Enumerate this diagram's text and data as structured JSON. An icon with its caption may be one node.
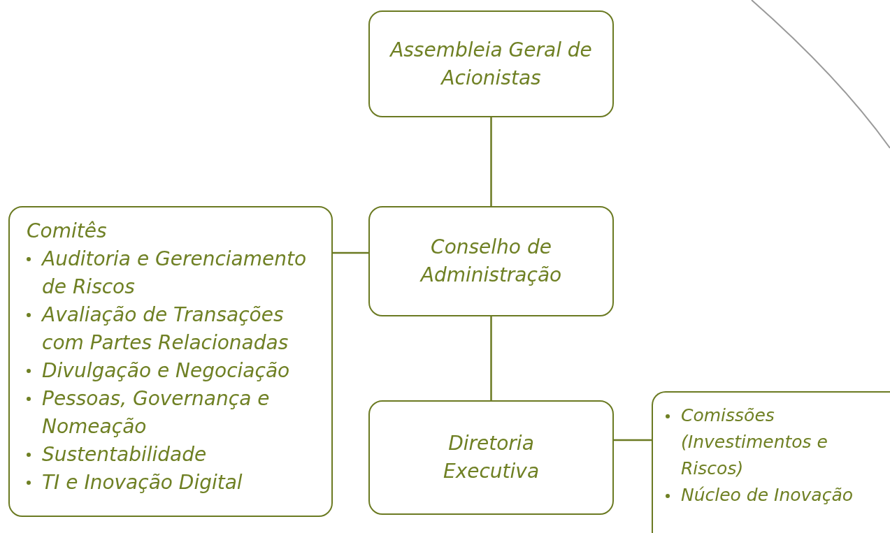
{
  "diagram": {
    "nodes": [
      {
        "text": [
          "Assembleia Geral de Acionistas"
        ]
      },
      {
        "text": [
          "Comitês",
          "Auditoria e Gerenciamento de Riscos",
          "Avaliação de Transações com Partes Relacionadas",
          "Divulgação e Negociação",
          "Pessoas, Governança e Nomeação",
          "Sustentabilidade",
          "TI e Inovação Digital"
        ]
      },
      {
        "text": [
          "Conselho de Administração"
        ]
      },
      {
        "text": [
          "Diretoria Executiva"
        ]
      },
      {
        "text": [
          "Comissões (Investimentos e Riscos)",
          "Núcleo de Inovação"
        ]
      }
    ],
    "edges": [
      {
        "from": 0,
        "to": 2,
        "arrow": "none"
      },
      {
        "from": 1,
        "to": 2,
        "arrow": "none"
      },
      {
        "from": 2,
        "to": 3,
        "arrow": "none"
      },
      {
        "from": 3,
        "to": 4,
        "arrow": "none"
      }
    ]
  }
}
